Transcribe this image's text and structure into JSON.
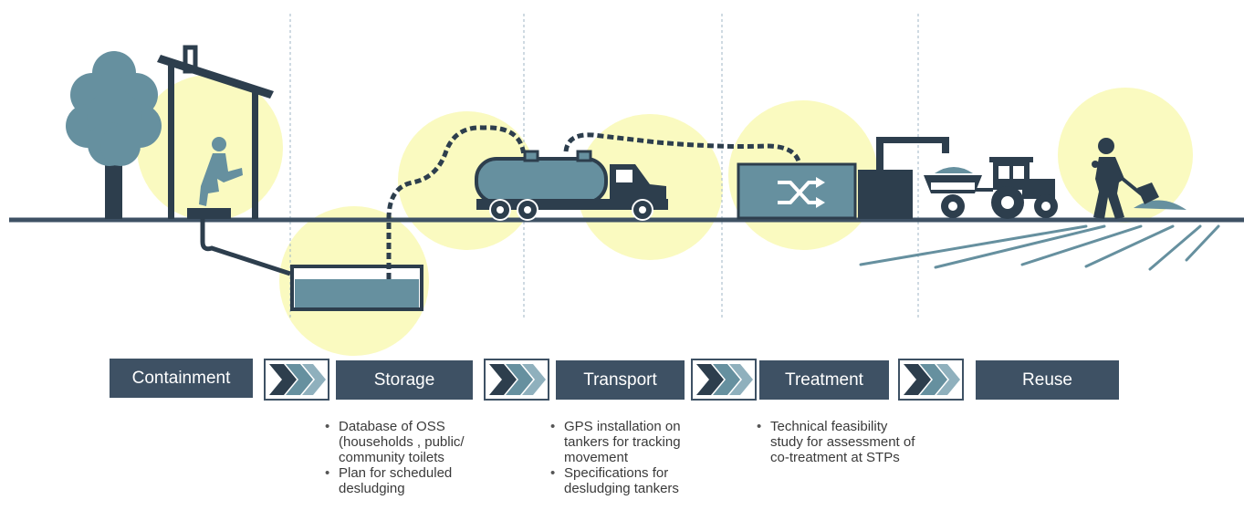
{
  "stages": [
    {
      "id": "containment",
      "label": "Containment"
    },
    {
      "id": "storage",
      "label": "Storage"
    },
    {
      "id": "transport",
      "label": "Transport"
    },
    {
      "id": "treatment",
      "label": "Treatment"
    },
    {
      "id": "reuse",
      "label": "Reuse"
    }
  ],
  "notes": {
    "storage": [
      "Database of OSS (households , public/ community toilets",
      "Plan for scheduled desludging"
    ],
    "transport": [
      "GPS installation on tankers for tracking movement",
      "Specifications for desludging tankers"
    ],
    "treatment": [
      "Technical feasibility study for assessment of co-treatment at STPs"
    ]
  },
  "colors": {
    "stage_box": "#3e5164",
    "illustration": "#66909f",
    "dark": "#2d3e4d",
    "highlight": "#fafac0",
    "chevron_dark": "#2d3e4d",
    "chevron_light": "#66909f"
  },
  "icons": [
    "tree-icon",
    "toilet-icon",
    "squatting-person-icon",
    "septic-tank-icon",
    "suction-hose-icon",
    "tanker-truck-icon",
    "treatment-plant-icon",
    "shuffle-icon",
    "tractor-trolley-icon",
    "worker-shovel-icon",
    "field-furrows-icon"
  ]
}
